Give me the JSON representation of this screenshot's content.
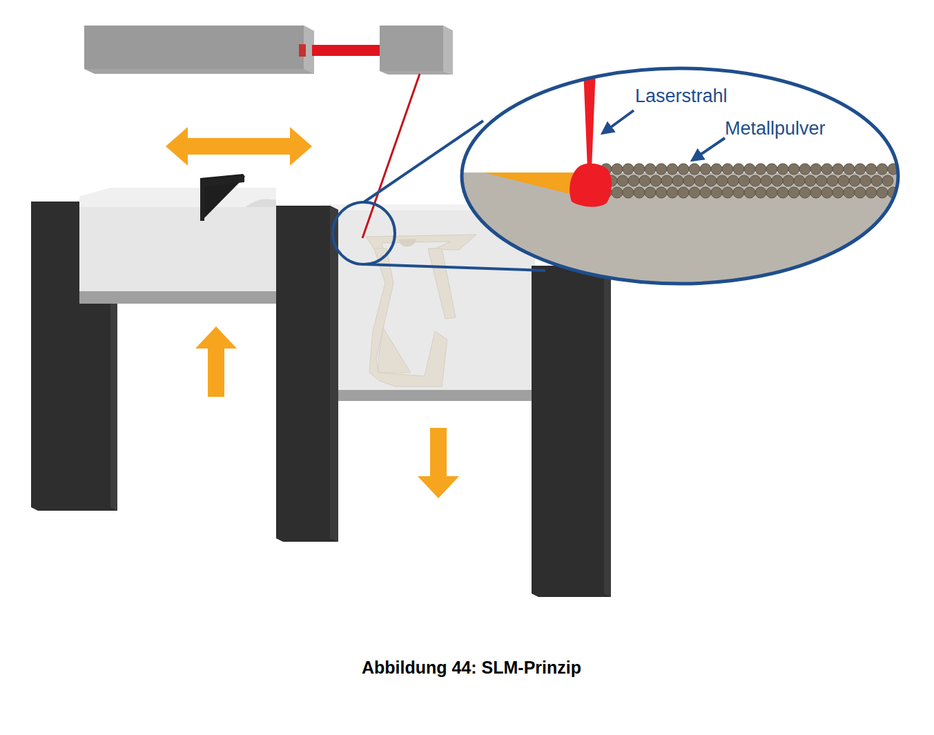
{
  "diagram": {
    "caption": "Abbildung 44: SLM-Prinzip",
    "labels": [
      "Laserstrahl",
      "Metallpulver"
    ]
  }
}
